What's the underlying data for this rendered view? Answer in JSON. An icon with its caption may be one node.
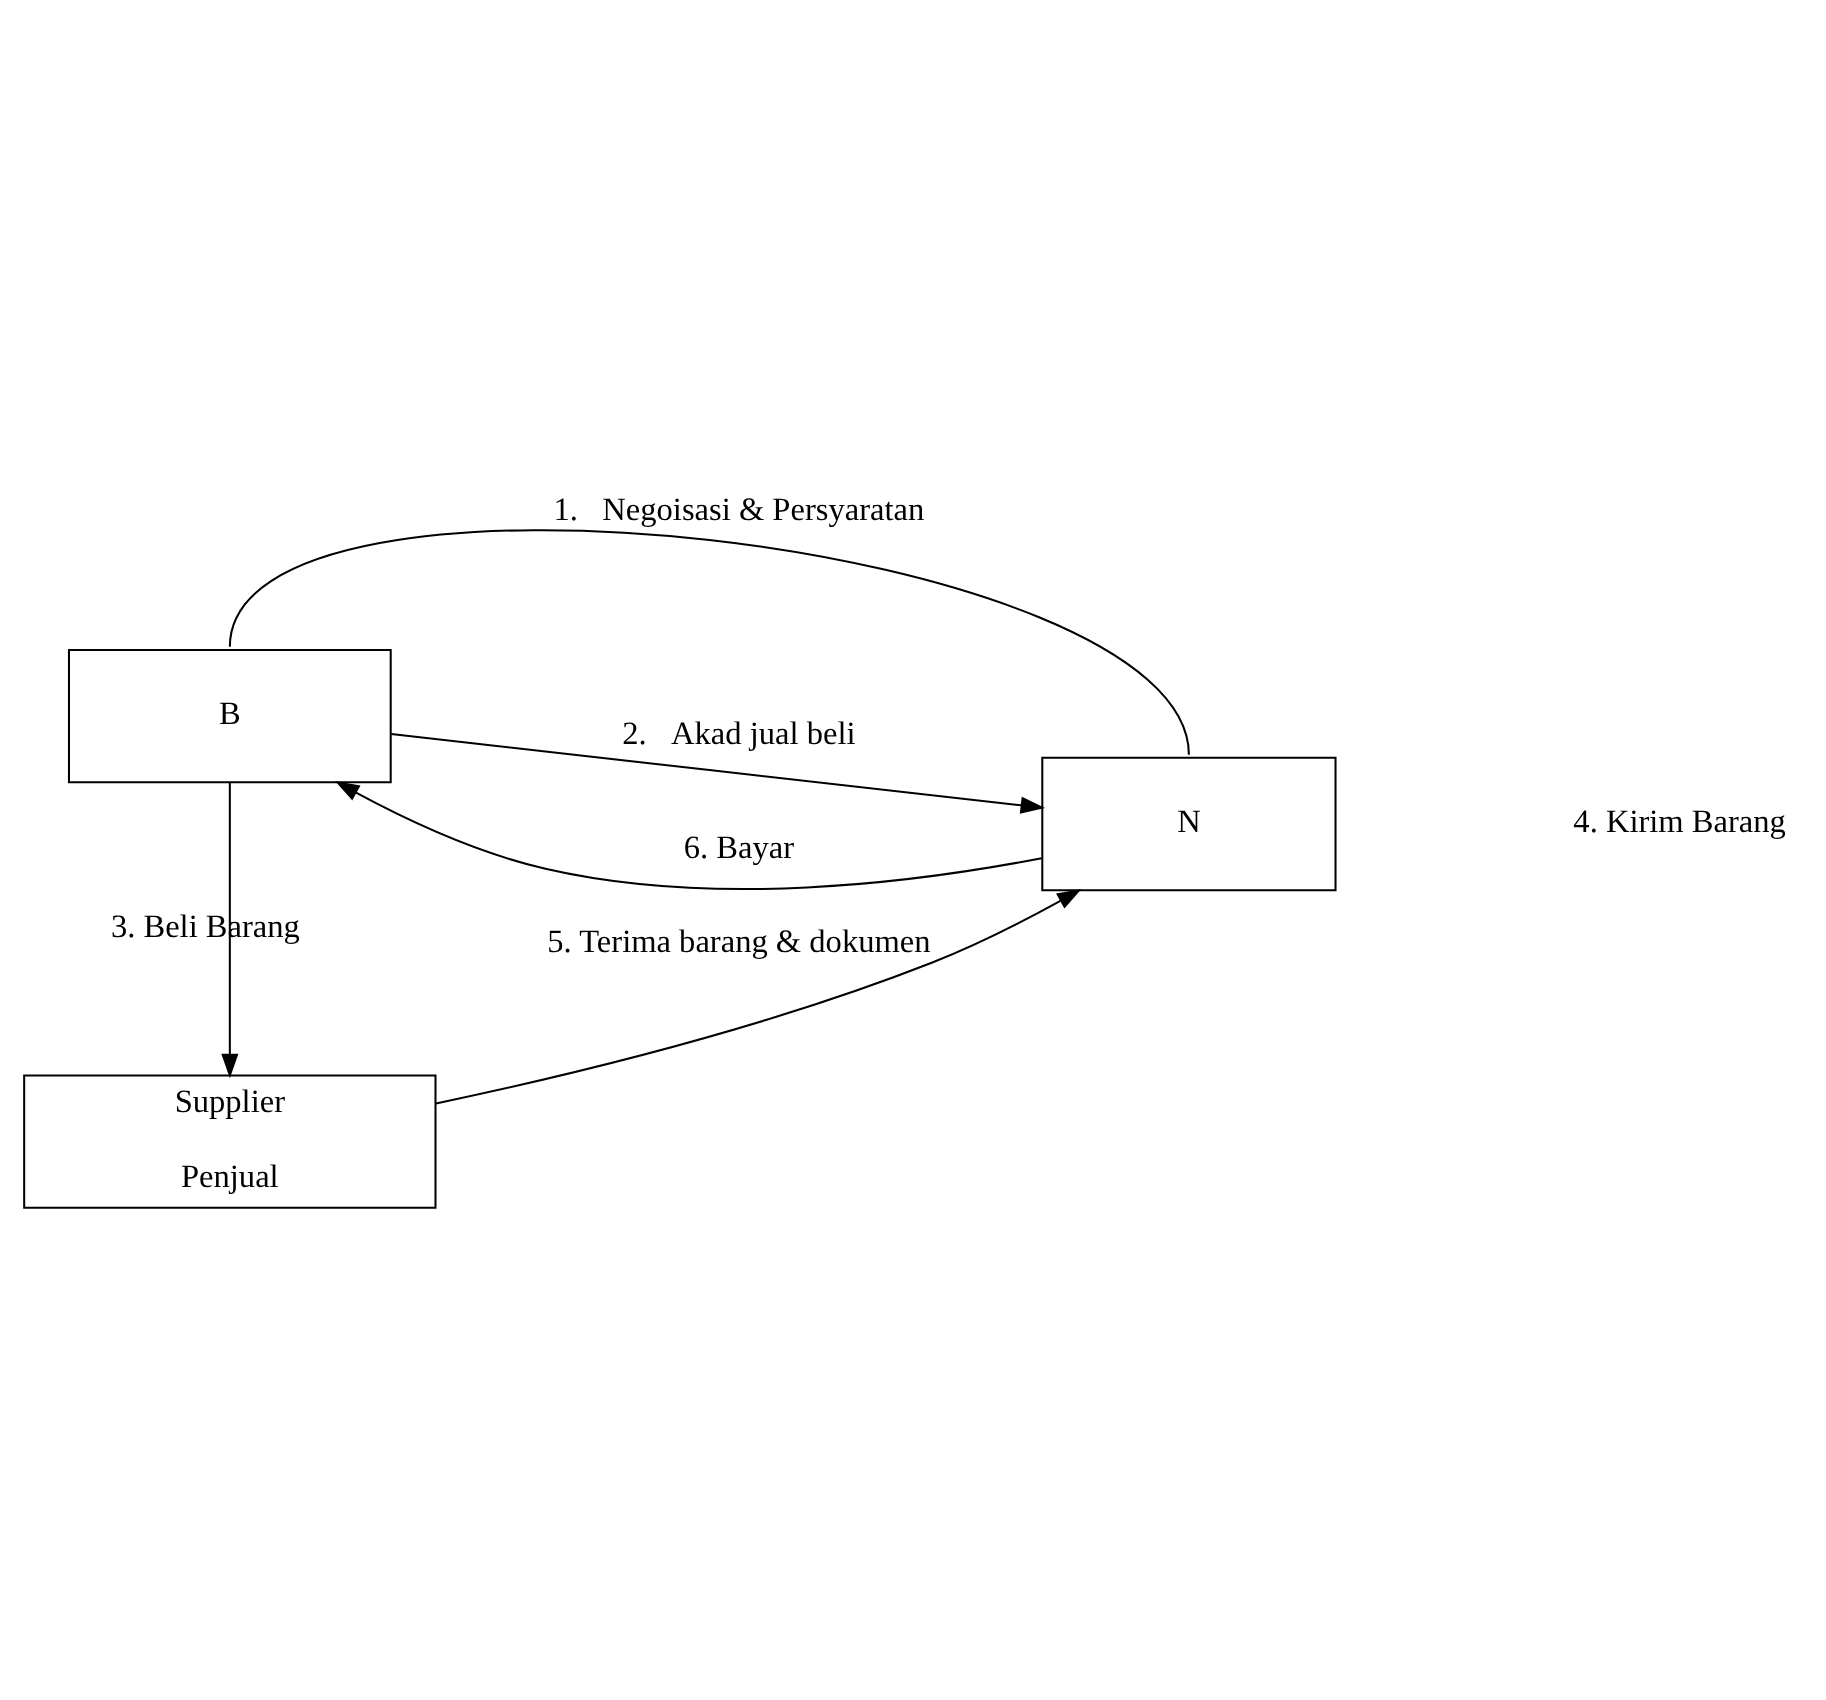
{
  "diagram": {
    "nodes": [
      {
        "text": [
          "B"
        ]
      },
      {
        "text": [
          "N"
        ]
      },
      {
        "text": [
          "Supplier",
          "Penjual"
        ]
      }
    ],
    "edges": [
      {
        "from": 0,
        "to": 1,
        "arrow": "none",
        "label": "1.   Negoisasi & Persyaratan"
      },
      {
        "from": 0,
        "to": 1,
        "arrow": "to",
        "label": "2.   Akad jual beli"
      },
      {
        "from": 1,
        "to": 0,
        "arrow": "to",
        "label": "6. Bayar"
      },
      {
        "from": 0,
        "to": 2,
        "arrow": "to",
        "label": "3. Beli Barang"
      },
      {
        "from": 2,
        "to": 1,
        "arrow": "to",
        "label": "5. Terima barang & dokumen"
      }
    ],
    "labels": [
      "4. Kirim Barang"
    ]
  }
}
